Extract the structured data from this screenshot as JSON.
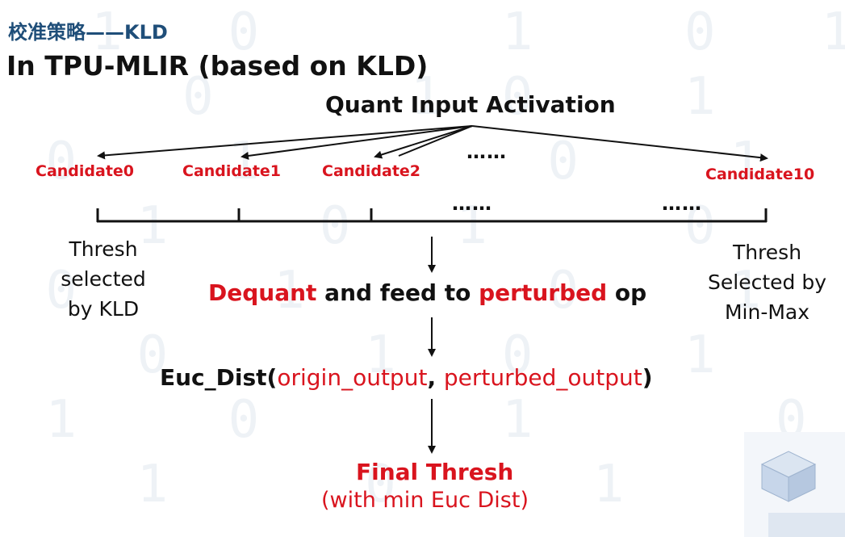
{
  "header": "校准策略——KLD",
  "title": "In TPU-MLIR (based on KLD)",
  "root": "Quant Input Activation",
  "candidates": [
    "Candidate0",
    "Candidate1",
    "Candidate2",
    "Candidate10"
  ],
  "ellipsis_top": "……",
  "ellipsis_axis": [
    "……",
    "……"
  ],
  "note_left": "Thresh\nselected\nby KLD",
  "note_right": "Thresh\nSelected by\nMin-Max",
  "step1": {
    "part1": "Dequant",
    "part2": " and feed to ",
    "part3": "perturbed",
    "part4": " op"
  },
  "step2": {
    "func": "Euc_Dist(",
    "arg1": "origin_output",
    "sep": ", ",
    "arg2": "perturbed_output",
    "close": ")"
  },
  "final": {
    "title": "Final Thresh",
    "subtitle": "(with min Euc Dist)"
  },
  "colors": {
    "red": "#d9141e",
    "header": "#1f4e79",
    "text": "#111111"
  }
}
